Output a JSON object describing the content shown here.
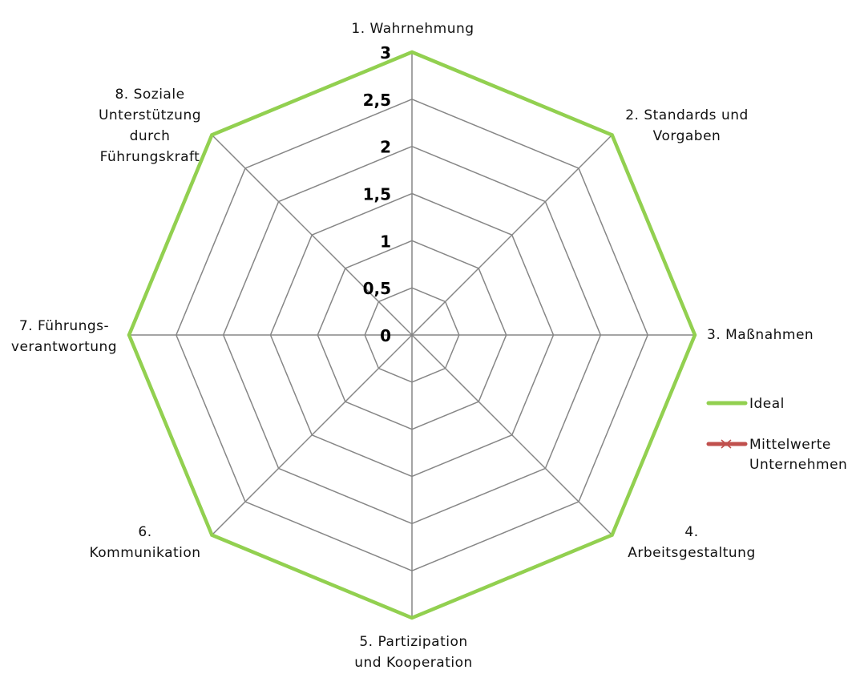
{
  "chart_data": {
    "type": "radar",
    "title": "",
    "categories": [
      [
        "1. Wahrnehmung"
      ],
      [
        "2. Standards und",
        "Vorgaben"
      ],
      [
        "3. Maßnahmen"
      ],
      [
        "4.",
        "Arbeitsgestaltung"
      ],
      [
        "5. Partizipation",
        "und Kooperation"
      ],
      [
        "6.",
        "Kommunikation"
      ],
      [
        "7. Führungs-",
        "verantwortung"
      ],
      [
        "8. Soziale",
        "Unterstützung",
        "durch",
        "Führungskraft"
      ]
    ],
    "rlim": [
      0,
      3
    ],
    "ticks": [
      0,
      0.5,
      1,
      1.5,
      2,
      2.5,
      3
    ],
    "tick_labels": [
      "0",
      "0,5",
      "1",
      "1,5",
      "2",
      "2,5",
      "3"
    ],
    "grid": true,
    "legend_position": "right",
    "series": [
      {
        "name": "Ideal",
        "values": [
          3,
          3,
          3,
          3,
          3,
          3,
          3,
          3
        ],
        "color": "#92D050",
        "marker": "none"
      },
      {
        "name": "Mittelwerte Unternehmen",
        "legend_lines": [
          "Mittelwerte",
          "Unternehmen"
        ],
        "values": [
          null,
          null,
          null,
          null,
          null,
          null,
          null,
          null
        ],
        "color": "#C0504D",
        "marker": "x"
      }
    ]
  }
}
